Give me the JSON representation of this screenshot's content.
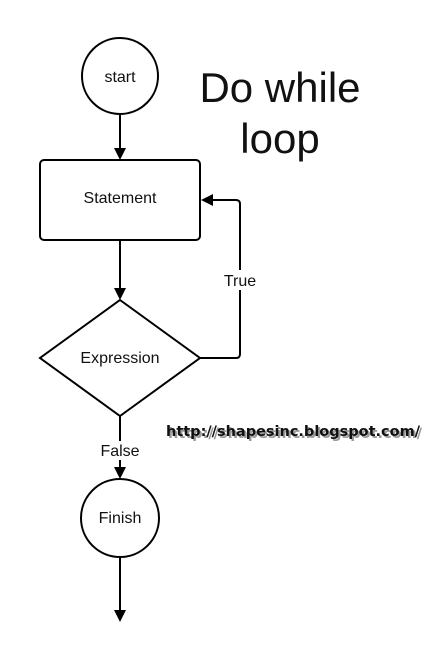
{
  "diagram": {
    "title_lines": [
      "Do while",
      "loop"
    ],
    "watermark_url": "http://shapesinc.blogspot.com/",
    "nodes": {
      "start": "start",
      "statement": "Statement",
      "expression": "Expression",
      "finish": "Finish"
    },
    "edges": {
      "true_label": "True",
      "false_label": "False"
    }
  },
  "colors": {
    "stroke": "#000000",
    "text": "#111111",
    "background": "#ffffff"
  }
}
